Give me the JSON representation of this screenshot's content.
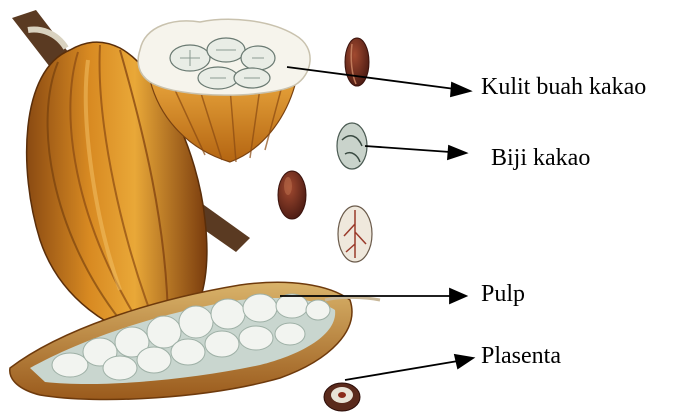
{
  "diagram": {
    "labels": [
      {
        "id": "kulit",
        "text": "Kulit buah kakao"
      },
      {
        "id": "biji",
        "text": "Biji kakao"
      },
      {
        "id": "pulp",
        "text": "Pulp"
      },
      {
        "id": "plasenta",
        "text": "Plasenta"
      }
    ]
  },
  "colors": {
    "pod_orange": "#c8791a",
    "pod_dark": "#7a4210",
    "pod_light": "#e6a23a",
    "pulp_white": "#f2f4f0",
    "pulp_shadow": "#b7c4bd",
    "seed_brown": "#6b2a1c",
    "stem_brown": "#5a3a22",
    "arrow": "#000000"
  }
}
